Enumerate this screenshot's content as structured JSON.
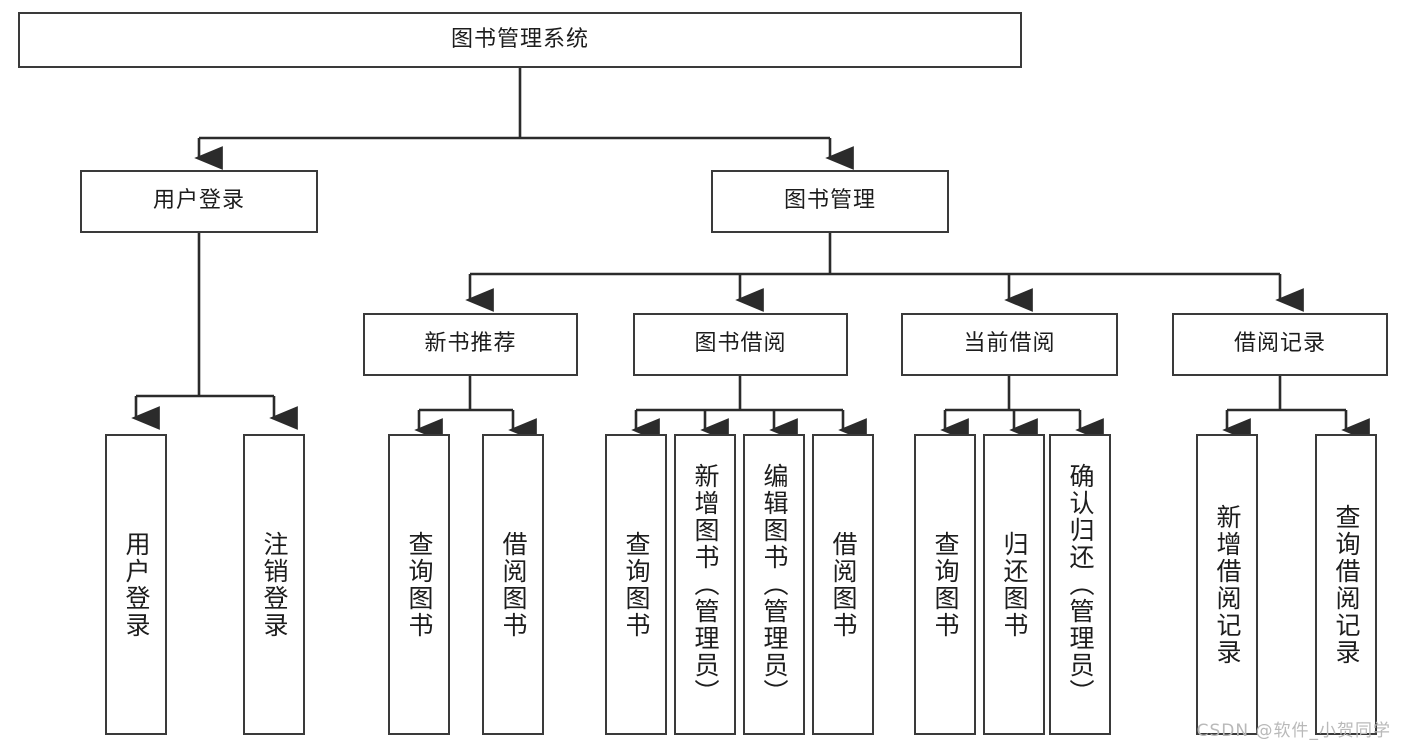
{
  "diagram": {
    "title": "图书管理系统",
    "watermark": "CSDN @软件_小贺同学",
    "colors": {
      "box_border": "#3a3a3a",
      "box_fill": "#ffffff",
      "connector": "#2b2b2b",
      "text": "#1d1d1d",
      "watermark": "#b9b9b9"
    },
    "root": {
      "label": "图书管理系统"
    },
    "level2": [
      {
        "label": "用户登录"
      },
      {
        "label": "图书管理"
      }
    ],
    "level3": [
      {
        "label": "新书推荐"
      },
      {
        "label": "图书借阅"
      },
      {
        "label": "当前借阅"
      },
      {
        "label": "借阅记录"
      }
    ],
    "leaves": {
      "user_login": [
        {
          "label": "用户登录"
        },
        {
          "label": "注销登录"
        }
      ],
      "new_book": [
        {
          "label": "查询图书"
        },
        {
          "label": "借阅图书"
        }
      ],
      "book_borrow": [
        {
          "label": "查询图书"
        },
        {
          "label": "新增图书（管理员）"
        },
        {
          "label": "编辑图书（管理员）"
        },
        {
          "label": "借阅图书"
        }
      ],
      "current_borrow": [
        {
          "label": "查询图书"
        },
        {
          "label": "归还图书"
        },
        {
          "label": "确认归还（管理员）"
        }
      ],
      "borrow_record": [
        {
          "label": "新增借阅记录"
        },
        {
          "label": "查询借阅记录"
        }
      ]
    }
  }
}
